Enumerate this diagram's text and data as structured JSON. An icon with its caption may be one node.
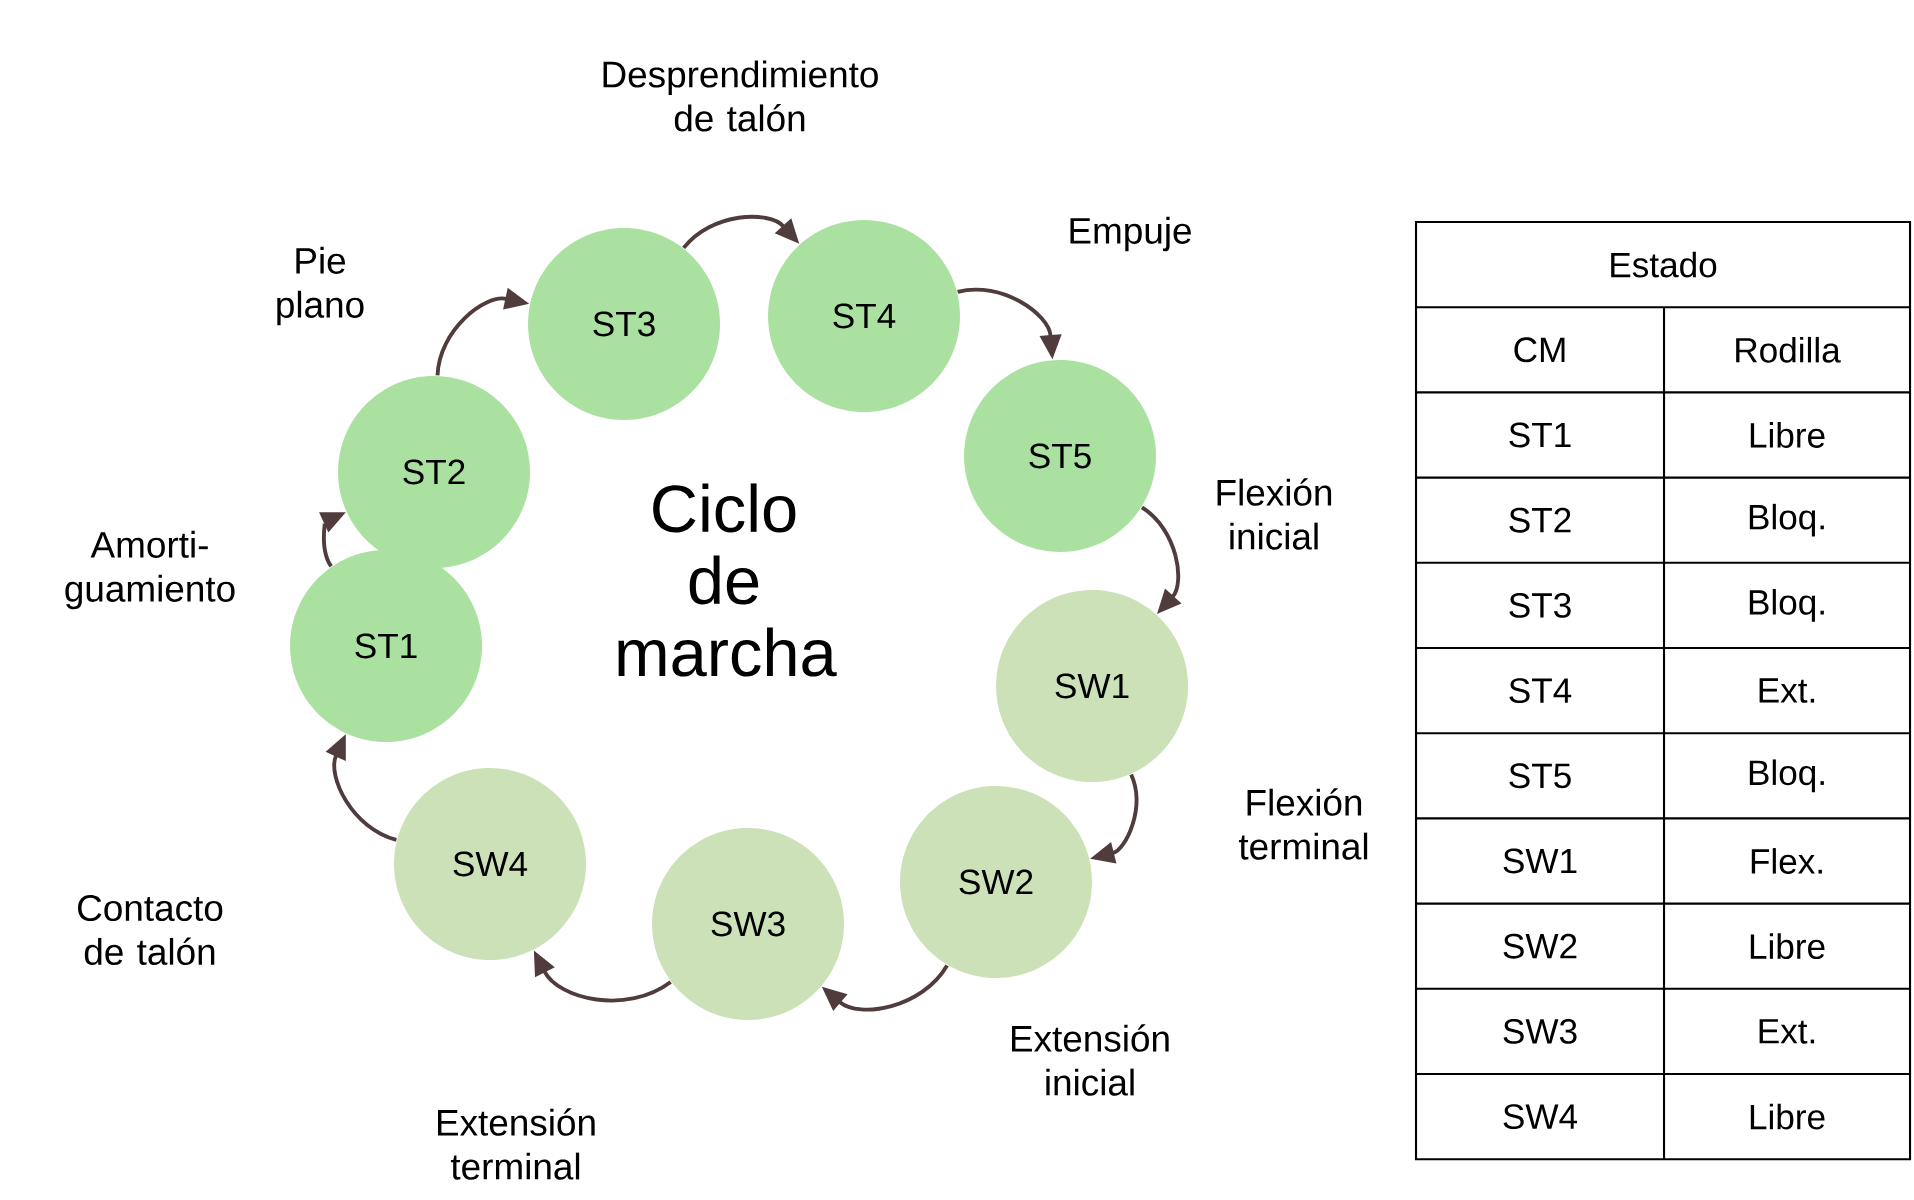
{
  "diagram": {
    "nodes": [
      {
        "text": [
          "ST1"
        ]
      },
      {
        "text": [
          "ST2"
        ]
      },
      {
        "text": [
          "ST3"
        ]
      },
      {
        "text": [
          "ST4"
        ]
      },
      {
        "text": [
          "ST5"
        ]
      },
      {
        "text": [
          "SW1"
        ]
      },
      {
        "text": [
          "SW2"
        ]
      },
      {
        "text": [
          "SW3"
        ]
      },
      {
        "text": [
          "SW4"
        ]
      }
    ],
    "edges": [
      {
        "from": 0,
        "to": 1,
        "arrow": "to",
        "label": "Amorti-guamiento"
      },
      {
        "from": 1,
        "to": 2,
        "arrow": "to",
        "label": "Pie plano"
      },
      {
        "from": 2,
        "to": 3,
        "arrow": "to",
        "label": "Desprendimiento de talón"
      },
      {
        "from": 3,
        "to": 4,
        "arrow": "to",
        "label": "Empuje"
      },
      {
        "from": 4,
        "to": 5,
        "arrow": "to",
        "label": "Flexión inicial"
      },
      {
        "from": 5,
        "to": 6,
        "arrow": "to",
        "label": "Flexión terminal"
      },
      {
        "from": 6,
        "to": 7,
        "arrow": "to",
        "label": "Extensión inicial"
      },
      {
        "from": 7,
        "to": 8,
        "arrow": "to",
        "label": "Extensión terminal"
      },
      {
        "from": 8,
        "to": 0,
        "arrow": "to",
        "label": "Contacto de talón"
      }
    ],
    "labels": [
      "Ciclo de marcha",
      "Estado",
      "CM",
      "Rodilla",
      "ST1",
      "Libre",
      "ST2",
      "Bloq.",
      "ST3",
      "Bloq.",
      "ST4",
      "Ext.",
      "ST5",
      "Bloq.",
      "SW1",
      "Flex.",
      "SW2",
      "Libre",
      "SW3",
      "Ext.",
      "SW4",
      "Libre"
    ]
  }
}
